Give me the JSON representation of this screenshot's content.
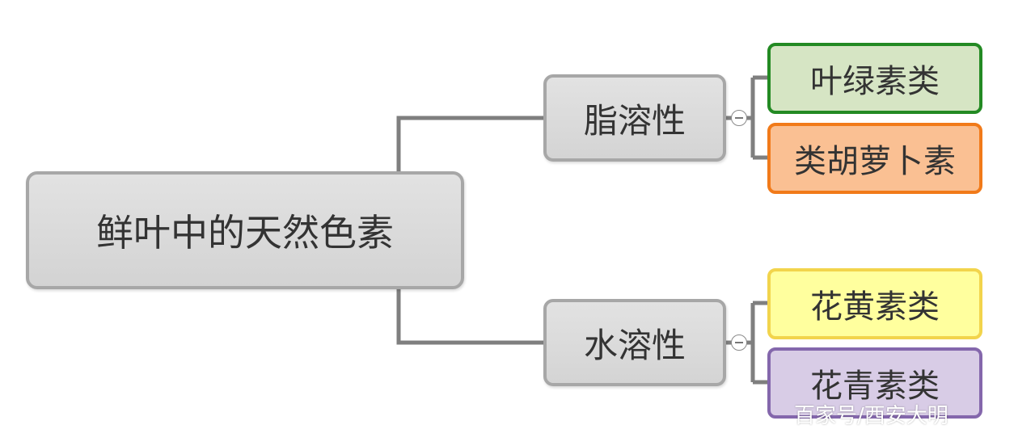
{
  "root": {
    "label": "鲜叶中的天然色素"
  },
  "branches": [
    {
      "label": "脂溶性",
      "children": [
        {
          "label": "叶绿素类",
          "fill": "#d6e5c4",
          "border": "#238a23"
        },
        {
          "label": "类胡萝卜素",
          "fill": "#fac093",
          "border": "#f17a19"
        }
      ]
    },
    {
      "label": "水溶性",
      "children": [
        {
          "label": "花黄素类",
          "fill": "#ffff9e",
          "border": "#f2d44c"
        },
        {
          "label": "花青素类",
          "fill": "#d8cce6",
          "border": "#8467ac"
        }
      ]
    }
  ],
  "colors": {
    "connector": "#7f7f7f",
    "node_fill": "#d9d9d9",
    "node_border": "#a7a7a7"
  },
  "icons": {
    "collapse": "minus-circle-icon"
  },
  "watermark": {
    "text": "百家号/西安大明"
  }
}
